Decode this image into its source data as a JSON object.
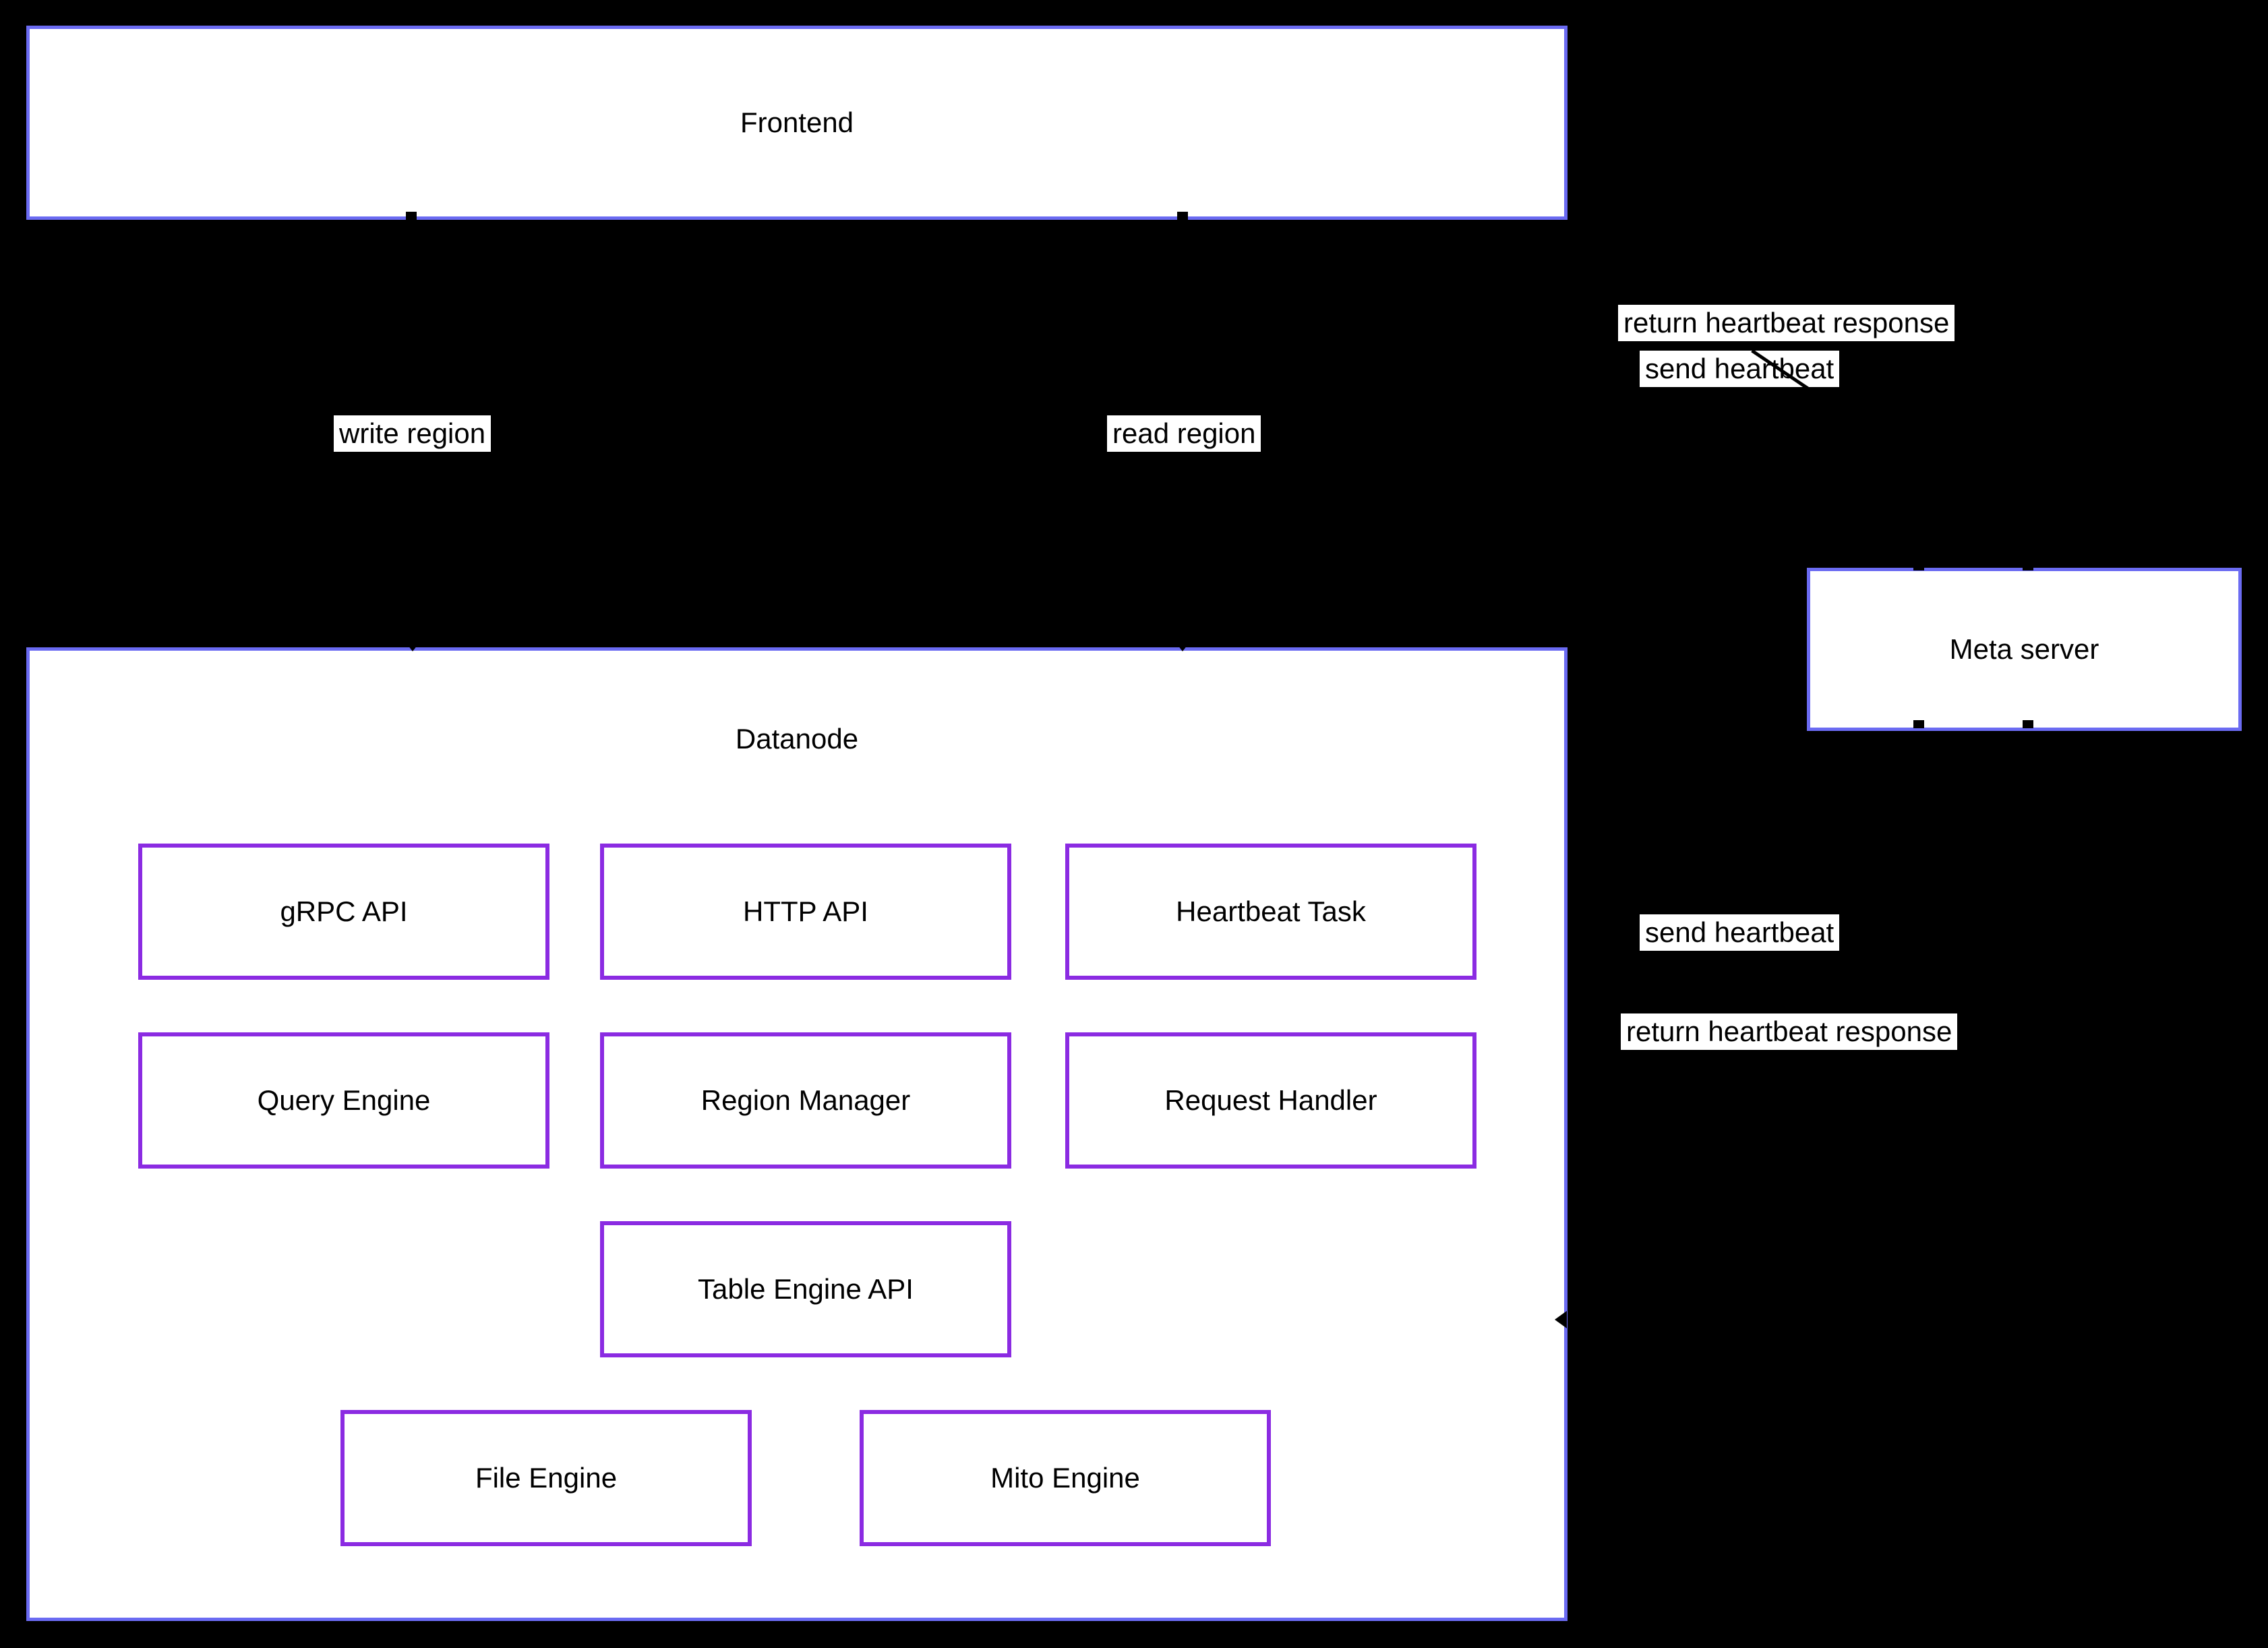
{
  "diagram": {
    "colors": {
      "background": "#000000",
      "node_border_blue": "#6b6bf2",
      "node_border_purple": "#8b2be2",
      "node_fill": "#ffffff",
      "edge_label_bg": "#ffffff",
      "text_color": "#000000"
    },
    "nodes": {
      "frontend": {
        "label": "Frontend"
      },
      "meta_server": {
        "label": "Meta server"
      },
      "datanode": {
        "label": "Datanode",
        "components": [
          {
            "label": "gRPC API"
          },
          {
            "label": "HTTP API"
          },
          {
            "label": "Heartbeat Task"
          },
          {
            "label": "Query Engine"
          },
          {
            "label": "Region Manager"
          },
          {
            "label": "Request Handler"
          },
          {
            "label": "Table Engine API"
          },
          {
            "label": "File Engine"
          },
          {
            "label": "Mito Engine"
          }
        ]
      }
    },
    "edge_labels": {
      "frontend_to_meta": {
        "return_response": {
          "label": "return heartbeat response"
        },
        "send_heartbeat": {
          "label": "send heartbeat"
        }
      },
      "frontend_to_datanode": {
        "write_region": {
          "label": "write region"
        },
        "read_region": {
          "label": "read region"
        }
      },
      "datanode_to_meta": {
        "send_heartbeat": {
          "label": "send heartbeat"
        },
        "return_response": {
          "label": "return heartbeat response"
        }
      }
    }
  }
}
